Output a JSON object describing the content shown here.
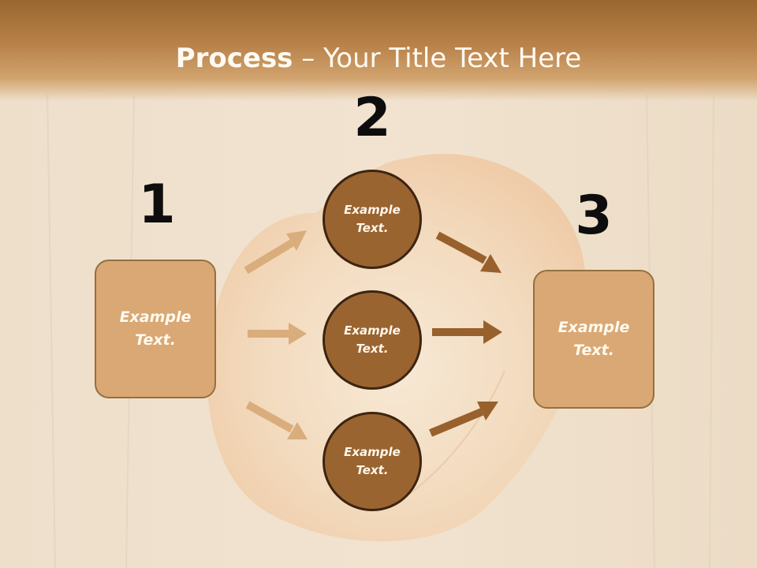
{
  "slide": {
    "title_bold": "Process",
    "title_rest": " – Your Title Text Here"
  },
  "steps": {
    "step1_number": "1",
    "step2_number": "2",
    "step3_number": "3"
  },
  "boxes": {
    "left_text": "Example Text.",
    "right_text": "Example Text."
  },
  "circles": [
    {
      "text": "Example Text."
    },
    {
      "text": "Example Text."
    },
    {
      "text": "Example Text."
    }
  ],
  "colors": {
    "header": "#b9824a",
    "box_fill": "#d9a874",
    "circle_fill": "#9a6430",
    "incoming_arrow": "#d9ad7c",
    "outgoing_arrow": "#98602c"
  }
}
